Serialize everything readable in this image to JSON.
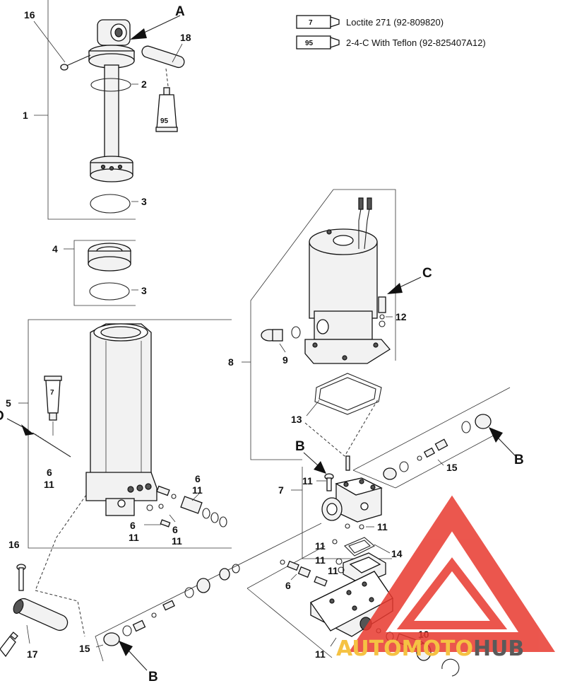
{
  "legend": [
    {
      "code": "7",
      "text": "Loctite 271 (92-809820)"
    },
    {
      "code": "95",
      "text": "2-4-C  With Teflon (92-825407A12)"
    }
  ],
  "letters": {
    "a": "A",
    "b": "B",
    "c": "C",
    "d": "D"
  },
  "callouts": {
    "n1": "1",
    "n2": "2",
    "n3": "3",
    "n4": "4",
    "n5": "5",
    "n6": "6",
    "n7": "7",
    "n8": "8",
    "n9": "9",
    "n10": "10",
    "n11": "11",
    "n12": "12",
    "n13": "13",
    "n14": "14",
    "n15": "15",
    "n16": "16",
    "n17": "17",
    "n18": "18"
  },
  "tubes": {
    "t95": "95",
    "t7": "7"
  },
  "watermark": {
    "part1": "AUTO",
    "part2": "MOTO",
    "part3": "HUB",
    "color1": "#f5c243",
    "color2": "#5a5a5a",
    "triangle_color": "#e8392f"
  }
}
